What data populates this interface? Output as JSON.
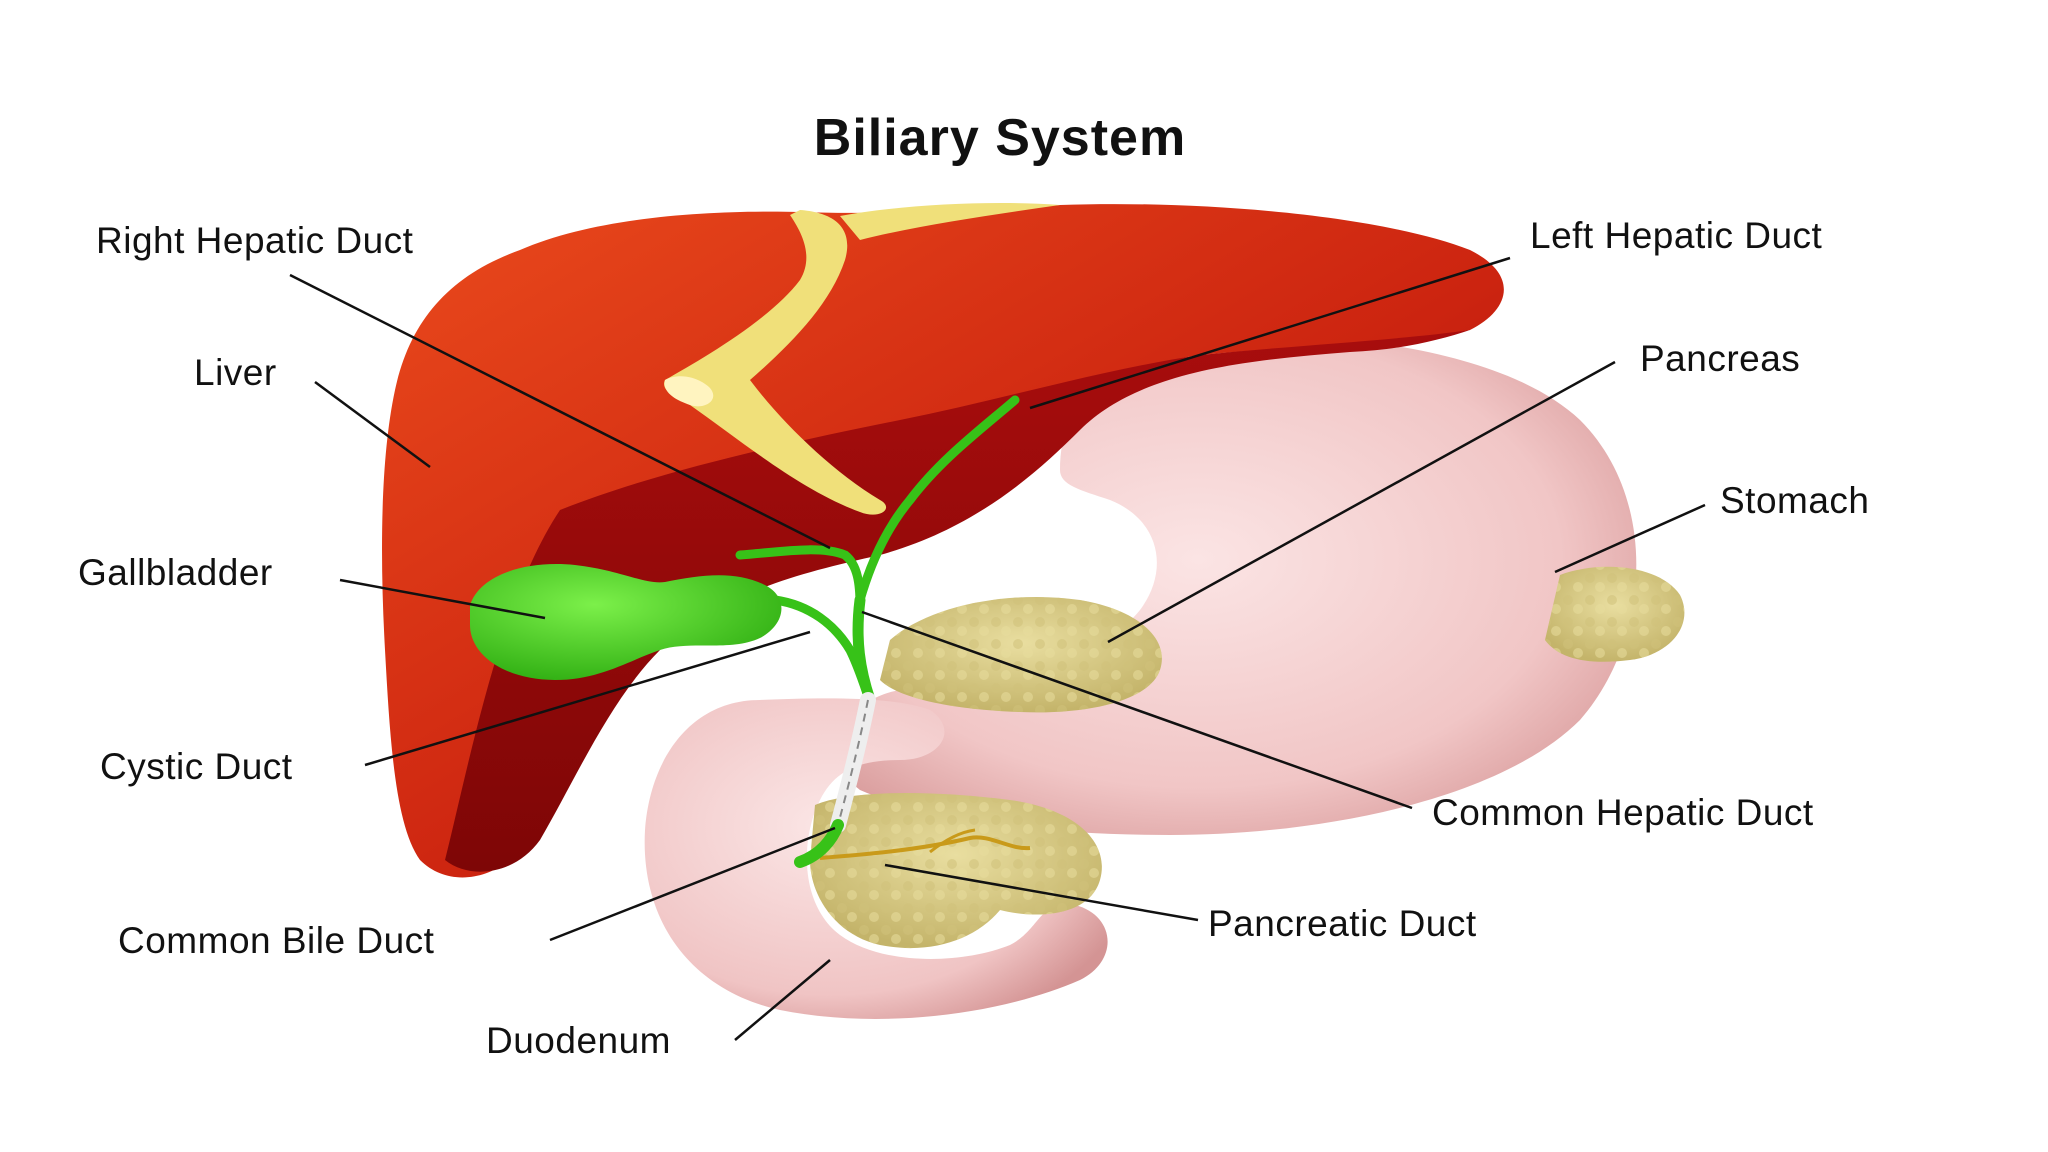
{
  "title": "Biliary System",
  "labels": {
    "right_hepatic_duct": "Right Hepatic Duct",
    "liver": "Liver",
    "gallbladder": "Gallbladder",
    "cystic_duct": "Cystic Duct",
    "common_bile_duct": "Common Bile Duct",
    "duodenum": "Duodenum",
    "left_hepatic_duct": "Left Hepatic Duct",
    "pancreas": "Pancreas",
    "stomach": "Stomach",
    "common_hepatic_duct": "Common Hepatic Duct",
    "pancreatic_duct": "Pancreatic Duct"
  },
  "colors": {
    "liver_light": "#e8441a",
    "liver_dark": "#a80d0d",
    "ligament": "#f0e07a",
    "gallbladder": "#4fd41f",
    "stomach": "#f2c9c9",
    "pancreas": "#d8cc86",
    "leader_line": "#111111"
  }
}
